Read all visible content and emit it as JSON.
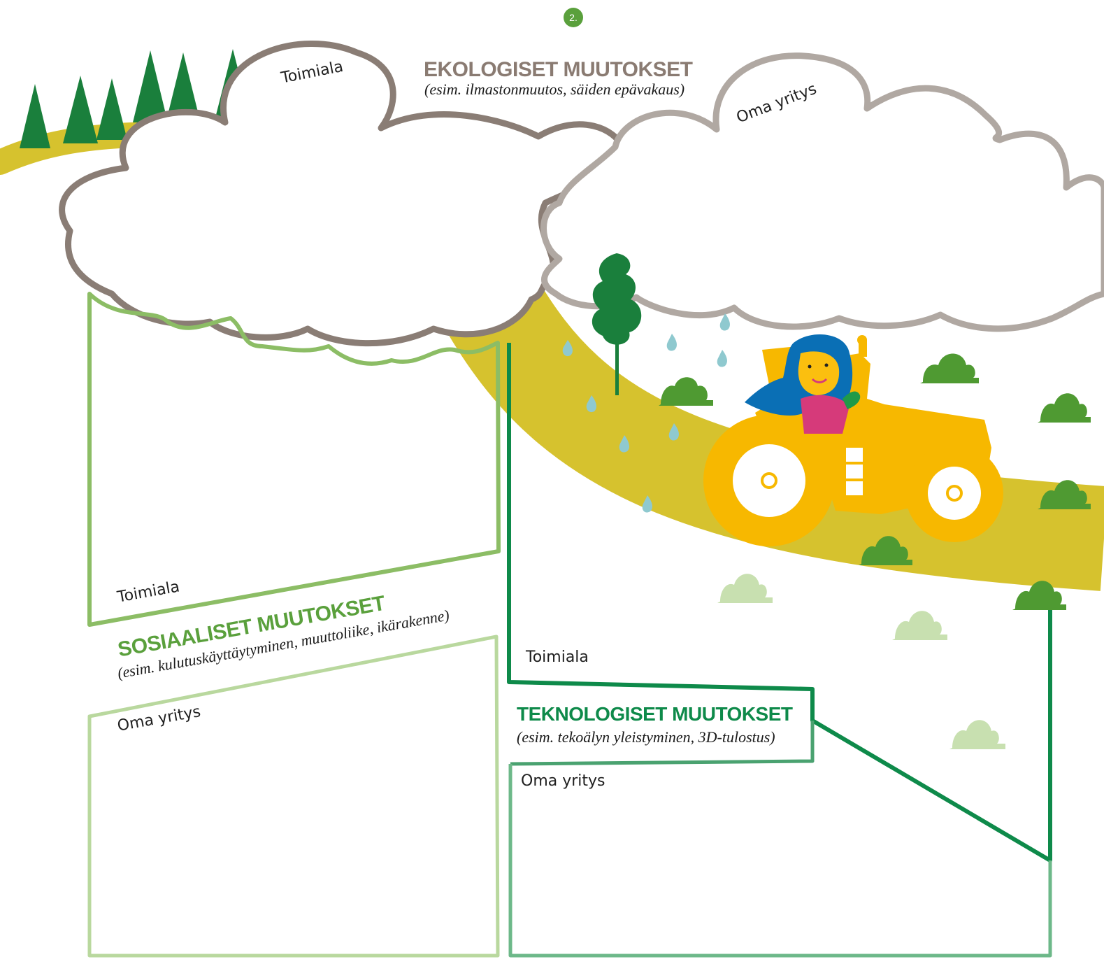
{
  "page_number": "2.",
  "ekologiset": {
    "title": "EKOLOGISET MUUTOKSET",
    "subtitle": "(esim. ilmastonmuutos, säiden epävakaus)",
    "industry_label": "Toimiala",
    "company_label": "Oma yritys",
    "title_color": "#8a7b72"
  },
  "sosiaaliset": {
    "title": "SOSIAALISET MUUTOKSET",
    "subtitle": "(esim. kulutuskäyttäytyminen, muuttoliike, ikärakenne)",
    "industry_label": "Toimiala",
    "company_label": "Oma yritys",
    "title_color": "#5aa03c"
  },
  "teknologiset": {
    "title": "TEKNOLOGISET MUUTOKSET",
    "subtitle": "(esim. tekoälyn yleistyminen, 3D-tulostus)",
    "industry_label": "Toimiala",
    "company_label": "Oma yritys",
    "title_color": "#0e8a4a"
  },
  "colors": {
    "road": "#d6c22e",
    "tractor": "#f7b800",
    "tree": "#1a7f3c",
    "bush": "#4f9a32",
    "light_bush": "#c8e0b0",
    "rain": "#8fc9cf",
    "cloud_dark": "#8a7d75",
    "cloud_light": "#b0a8a2"
  },
  "icons": [
    "forest-icon",
    "tree-icon",
    "tractor-icon",
    "driver-icon",
    "raindrop-icon",
    "bush-icon"
  ]
}
